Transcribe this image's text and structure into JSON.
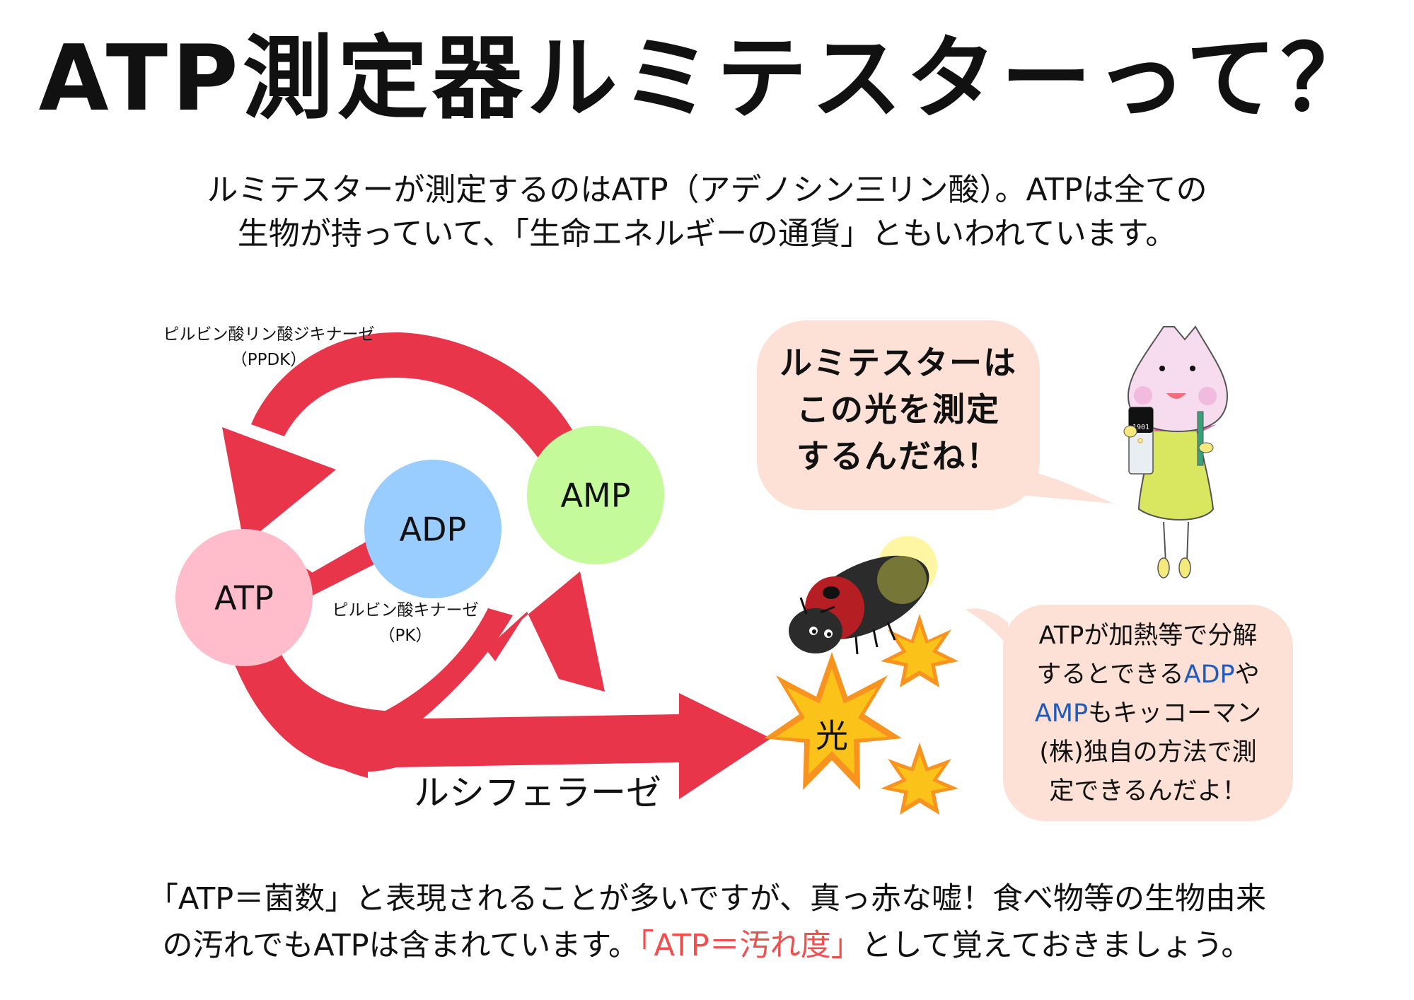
{
  "title": "ATP測定器ルミテスターって？",
  "intro": {
    "line1": "ルミテスターが測定するのはATP（アデノシン三リン酸）。ATPは全ての",
    "line2": "生物が持っていて、「生命エネルギーの通貨」ともいわれています。"
  },
  "diagram": {
    "nodes": {
      "atp": "ATP",
      "adp": "ADP",
      "amp": "AMP"
    },
    "enzymes": {
      "ppdk_name": "ピルビン酸リン酸ジキナーゼ",
      "ppdk_abbr": "（PPDK）",
      "pk_name": "ピルビン酸キナーゼ",
      "pk_abbr": "（PK）",
      "luciferase": "ルシフェラーゼ"
    },
    "light_label": "光",
    "colors": {
      "arrow": "#e8354a",
      "atp": "#ffbccb",
      "adp": "#99ccff",
      "amp": "#c4fa9a",
      "star_outer": "#f7931e",
      "star_inner": "#fbc31a",
      "bubble": "#fde0d6"
    }
  },
  "bubble_top": {
    "lines": [
      "ルミテスターは",
      "この光を測定",
      "するんだね！"
    ]
  },
  "bubble_bottom": {
    "line1": "ATPが加熱等で分解",
    "line2_a": "するとできる",
    "line2_b": "ADP",
    "line2_c": "や",
    "line3_a": "AMP",
    "line3_b": "もキッコーマン",
    "line4": "(株)独自の方法で測",
    "line5": "定できるんだよ！"
  },
  "device_reading": "1901",
  "footer": {
    "line1": "「ATP＝菌数」と表現されることが多いですが、真っ赤な嘘！食べ物等の生物由来",
    "line2_a": "の汚れでもATPは含まれています。",
    "line2_b": "「ATP＝汚れ度」",
    "line2_c": "として覚えておきましょう。"
  }
}
